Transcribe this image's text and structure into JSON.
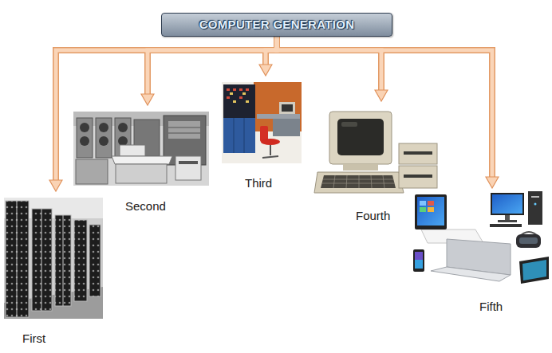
{
  "diagram": {
    "nodes": [
      {
        "text": [
          "COMPUTER GENERATION"
        ]
      },
      {
        "text": [
          "First"
        ]
      },
      {
        "text": [
          "Second"
        ]
      },
      {
        "text": [
          "Third"
        ]
      },
      {
        "text": [
          "Fourth"
        ]
      },
      {
        "text": [
          "Fifth"
        ]
      }
    ],
    "edges": [
      {
        "from": 0,
        "to": 1,
        "arrow": "to"
      },
      {
        "from": 0,
        "to": 2,
        "arrow": "to"
      },
      {
        "from": 0,
        "to": 3,
        "arrow": "to"
      },
      {
        "from": 0,
        "to": 4,
        "arrow": "to"
      },
      {
        "from": 0,
        "to": 5,
        "arrow": "to"
      }
    ]
  }
}
